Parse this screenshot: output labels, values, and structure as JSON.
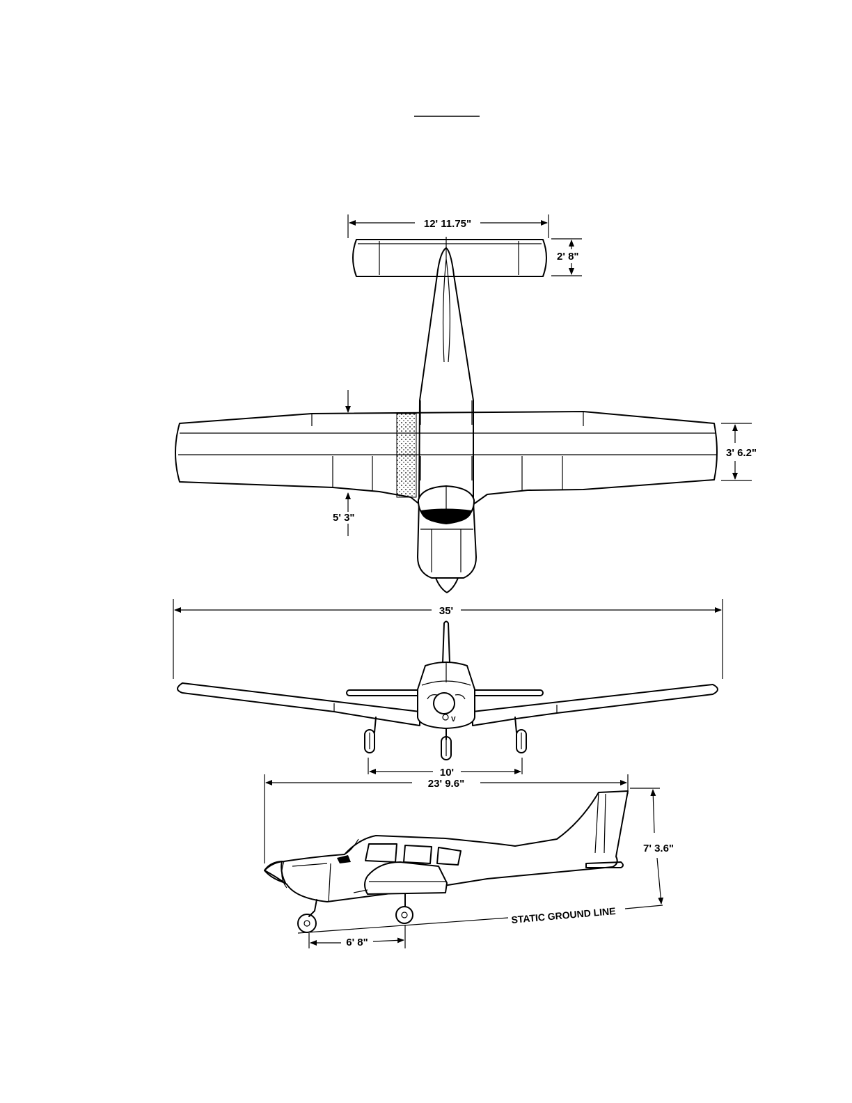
{
  "dimensions": {
    "stabilizer_span": "12' 11.75\"",
    "stabilizer_chord": "2' 8\"",
    "wing_tip_chord": "3' 6.2\"",
    "wing_root_chord": "5' 3\"",
    "wingspan": "35'",
    "main_gear_track": "10'",
    "overall_length": "23' 9.6\"",
    "overall_height": "7' 3.6\"",
    "wheelbase": "6' 8\""
  },
  "labels": {
    "ground_line": "STATIC GROUND LINE"
  }
}
